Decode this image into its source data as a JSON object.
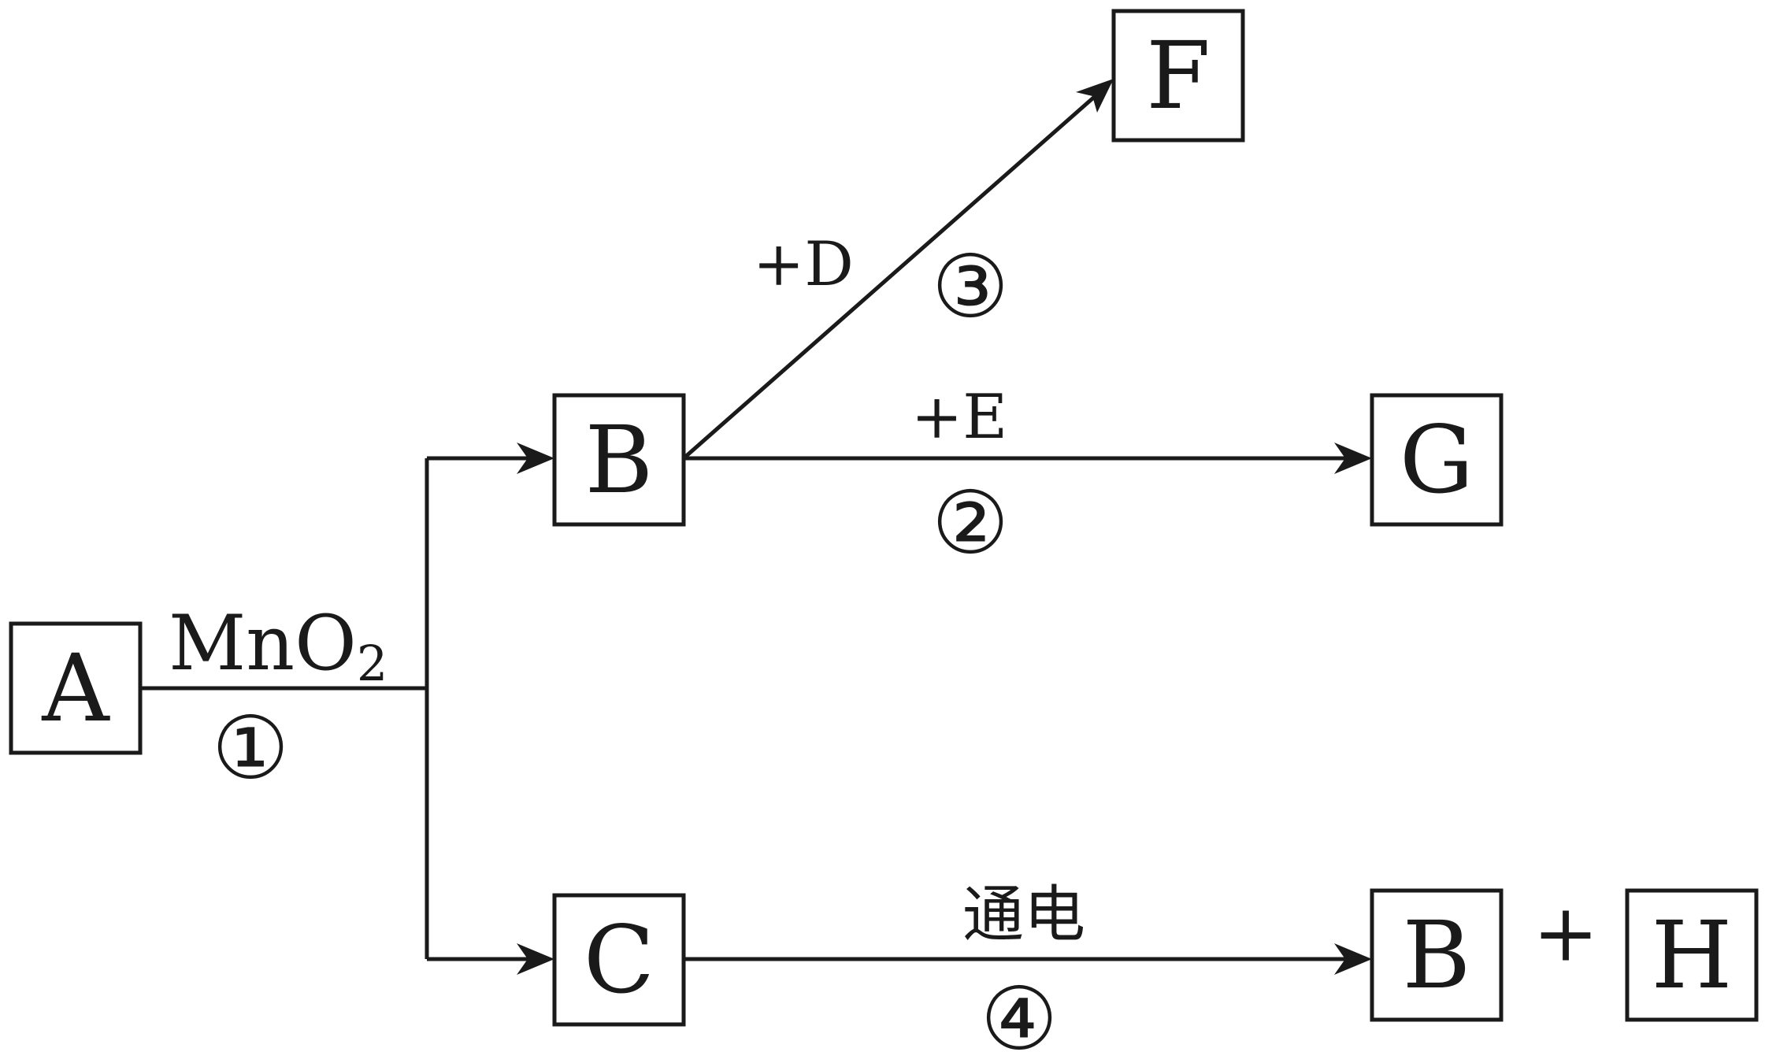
{
  "nodes": {
    "A": "A",
    "B": "B",
    "C": "C",
    "F": "F",
    "G": "G",
    "B2": "B",
    "H": "H"
  },
  "conditions": {
    "reaction1": "MnO",
    "reaction1_subscript": "2",
    "reaction2": "+E",
    "reaction3": "+D",
    "reaction4": "通电"
  },
  "steps": {
    "step1": "①",
    "step2": "②",
    "step3": "③",
    "step4": "④"
  },
  "plus": "+"
}
